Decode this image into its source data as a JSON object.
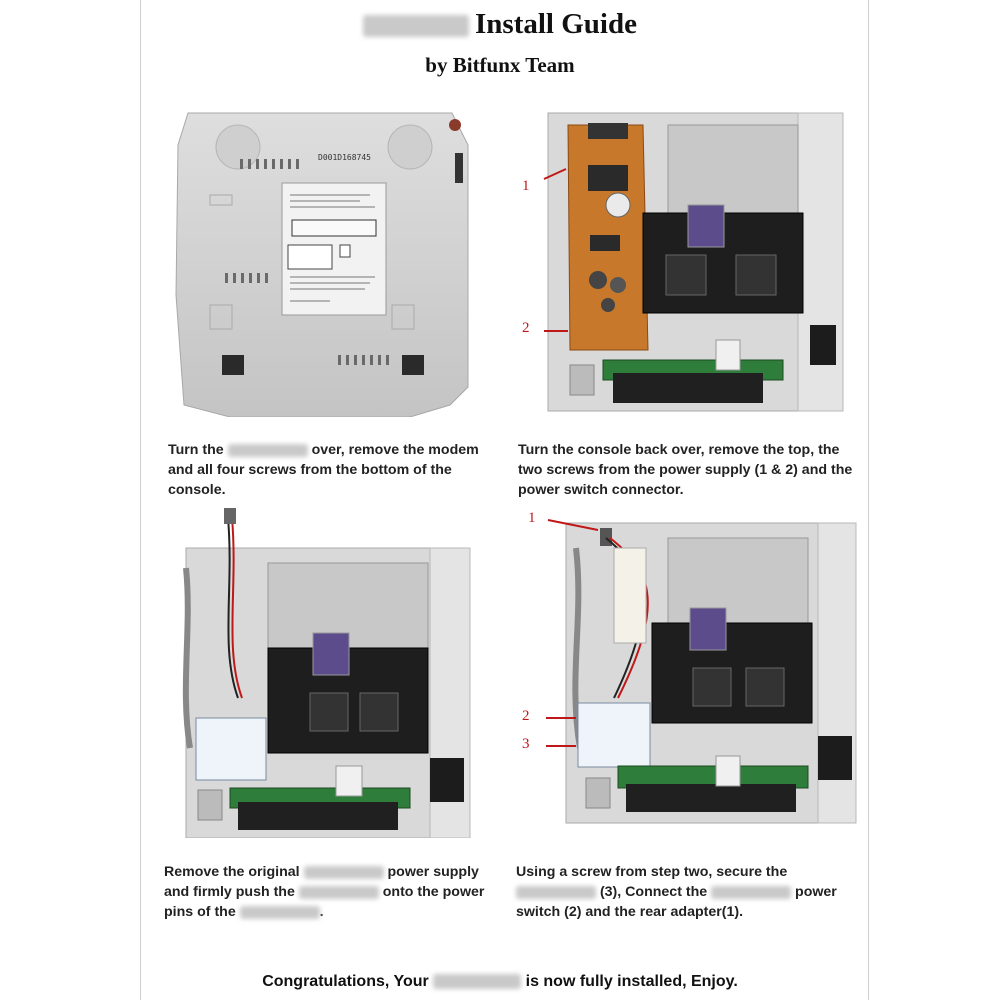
{
  "header": {
    "title_suffix": "Install Guide",
    "subtitle": "by Bitfunx Team"
  },
  "steps": [
    {
      "photo_label": "D001D168745",
      "caption": [
        "Turn the ",
        "[blurred]",
        " over, remove the modem and all four screws from the bottom of the console."
      ]
    },
    {
      "callouts": [
        "1",
        "2"
      ],
      "caption": [
        "Turn the console back over, remove the top, the two screws from the power supply (1 & 2) and the power switch connector."
      ]
    },
    {
      "caption": [
        "Remove the original ",
        "[blurred]",
        " power supply and firmly push the ",
        "[blurred]",
        " onto the power pins of the ",
        "[blurred]",
        "."
      ]
    },
    {
      "callouts": [
        "1",
        "2",
        "3"
      ],
      "caption": [
        "Using a screw from step two, secure the ",
        "[blurred]",
        " (3), Connect the ",
        "[blurred]",
        " power switch (2) and the rear adapter(1)."
      ]
    }
  ],
  "footer": {
    "prefix": "Congratulations, Your ",
    "suffix": " is now fully installed, Enjoy."
  },
  "colors": {
    "accent_red": "#c01818",
    "console_gray": "#d6d6d6",
    "pcb_green": "#2f7d3a",
    "psu_orange": "#c8782a"
  }
}
